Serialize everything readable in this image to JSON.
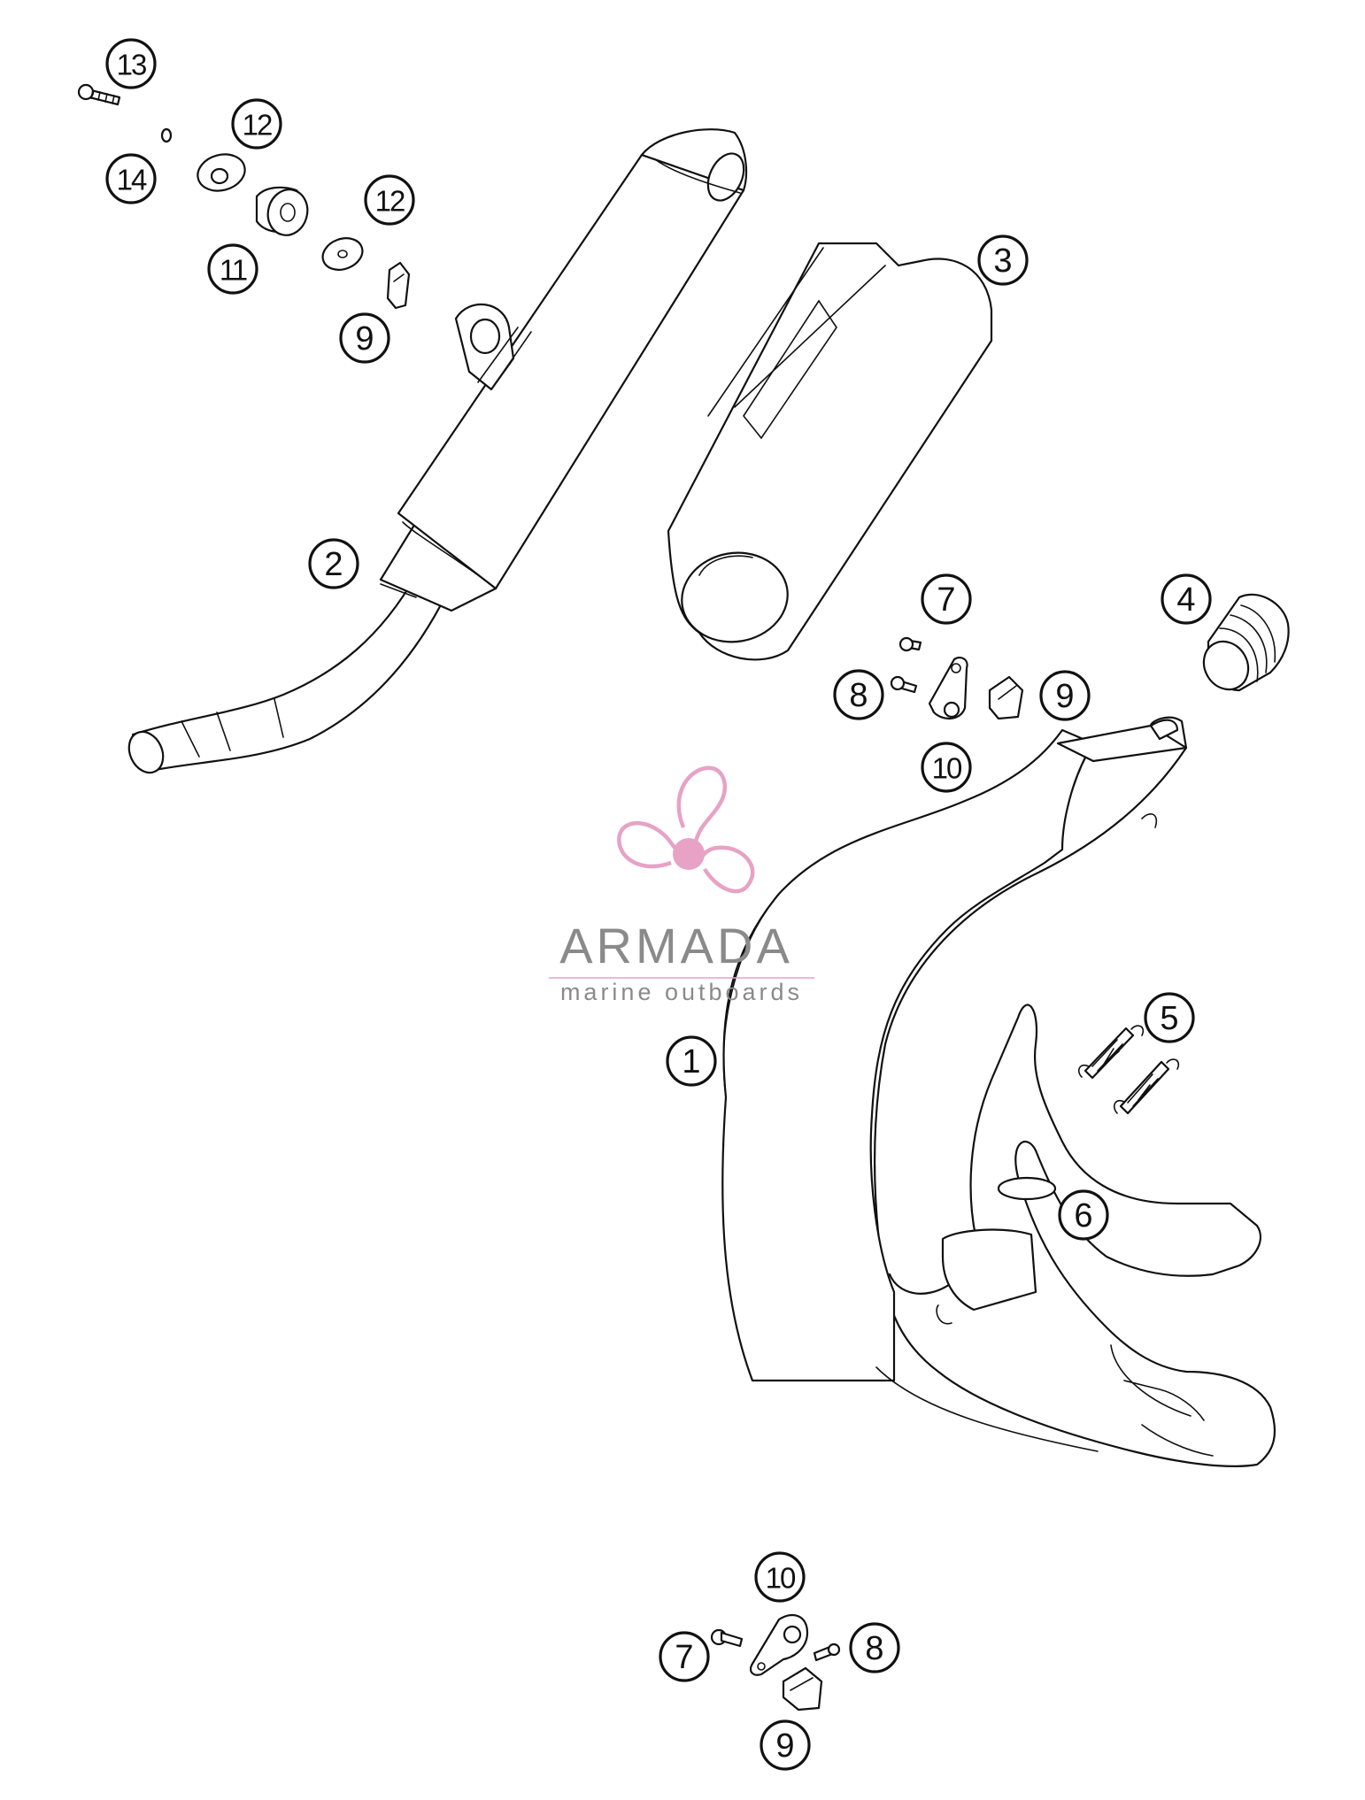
{
  "callouts": {
    "c1": "1",
    "c2": "2",
    "c3": "3",
    "c4": "4",
    "c5": "5",
    "c6": "6",
    "c7a": "7",
    "c7b": "7",
    "c8a": "8",
    "c8b": "8",
    "c9a": "9",
    "c9b": "9",
    "c9c": "9",
    "c10a": "10",
    "c10b": "10",
    "c11": "11",
    "c12a": "12",
    "c12b": "12",
    "c13": "13",
    "c14": "14"
  },
  "watermark": {
    "title": "ARMADA",
    "subtitle": "marine outboards",
    "title_color": "#8a8a8a",
    "accent_color": "#e7a2c6"
  }
}
